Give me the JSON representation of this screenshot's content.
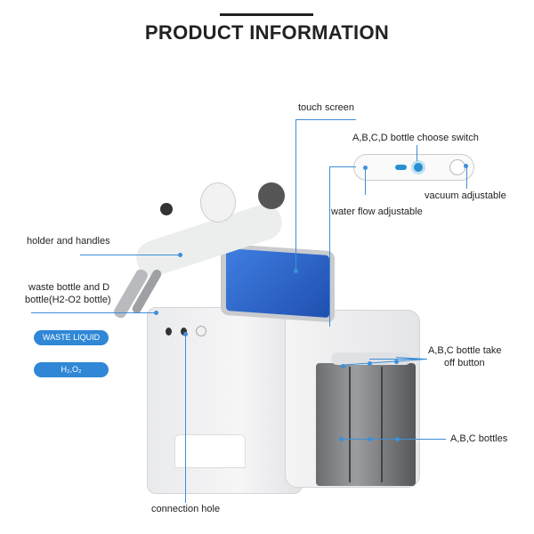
{
  "title": "PRODUCT INFORMATION",
  "labels": {
    "touch_screen": "touch screen",
    "switch": "A,B,C,D bottle choose switch",
    "vacuum": "vacuum adjustable",
    "water_flow": "water flow adjustable",
    "holder": "holder and handles",
    "waste_line1": "waste bottle and D",
    "waste_line2": "bottle(H2-O2 bottle)",
    "takeoff_line1": "A,B,C bottle take",
    "takeoff_line2": "off button",
    "bottles": "A,B,C bottles",
    "connection": "connection hole"
  },
  "badges": {
    "waste": "WASTE LIQUID",
    "h2o2": "H₂,O₂"
  },
  "colors": {
    "accent": "#2f87d6",
    "screen": "#2d5fc4"
  }
}
